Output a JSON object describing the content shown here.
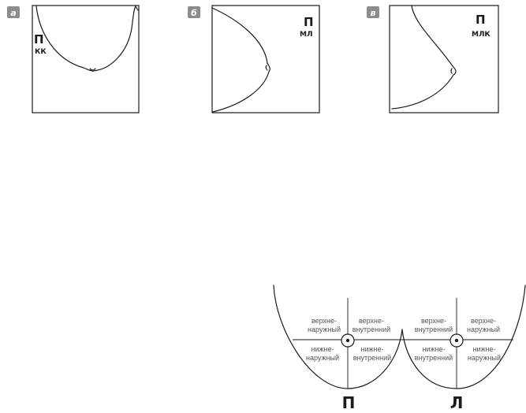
{
  "panels": [
    {
      "letter": "а",
      "side": "П",
      "projection": "КК"
    },
    {
      "letter": "б",
      "side": "П",
      "projection": "МЛ"
    },
    {
      "letter": "в",
      "side": "П",
      "projection": "МЛК"
    }
  ],
  "quadrant_map": {
    "left_figure": {
      "side_label": "П",
      "upper_left": [
        "верхне-",
        "наружный"
      ],
      "upper_right": [
        "верхне-",
        "внутренний"
      ],
      "lower_left": [
        "нижне-",
        "наружный"
      ],
      "lower_right": [
        "нижне-",
        "внутренний"
      ]
    },
    "right_figure": {
      "side_label": "Л",
      "upper_left": [
        "верхне-",
        "внутренний"
      ],
      "upper_right": [
        "верхне-",
        "наружный"
      ],
      "lower_left": [
        "нижне-",
        "внутренний"
      ],
      "lower_right": [
        "нижне-",
        "наружный"
      ]
    }
  }
}
